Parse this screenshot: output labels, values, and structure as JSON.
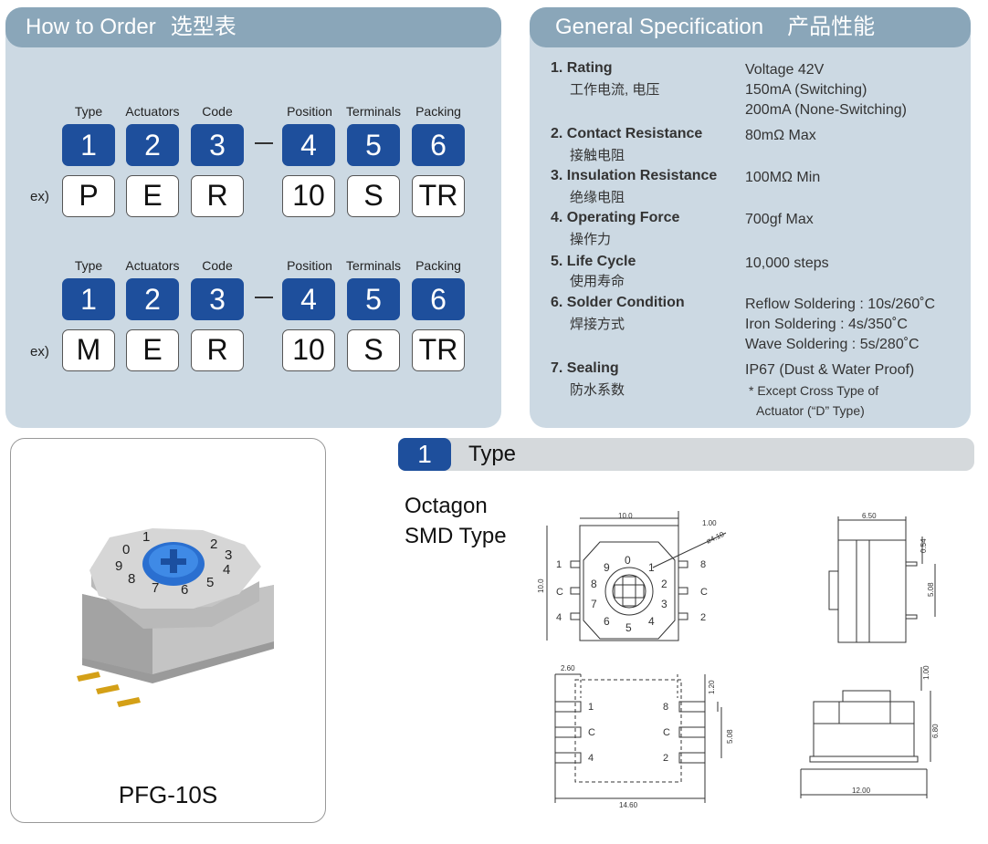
{
  "order": {
    "title_en": "How to Order",
    "title_cn": "选型表",
    "headers": [
      "Type",
      "Actuators",
      "Code",
      "Position",
      "Terminals",
      "Packing"
    ],
    "codes": [
      "1",
      "2",
      "3",
      "4",
      "5",
      "6"
    ],
    "ex_label": "ex)",
    "example1": [
      "P",
      "E",
      "R",
      "10",
      "S",
      "TR"
    ],
    "example2": [
      "M",
      "E",
      "R",
      "10",
      "S",
      "TR"
    ]
  },
  "spec": {
    "title_en": "General Specification",
    "title_cn": "产品性能",
    "items": [
      {
        "en": "1. Rating",
        "cn": "工作电流, 电压",
        "values": [
          "Voltage 42V",
          "150mA (Switching)",
          "200mA (None-Switching)"
        ]
      },
      {
        "en": "2. Contact Resistance",
        "cn": "接触电阻",
        "values": [
          "80mΩ  Max"
        ]
      },
      {
        "en": "3. Insulation Resistance",
        "cn": "绝缘电阻",
        "values": [
          "100MΩ  Min"
        ]
      },
      {
        "en": "4. Operating Force",
        "cn": "操作力",
        "values": [
          "700gf  Max"
        ]
      },
      {
        "en": "5. Life Cycle",
        "cn": "使用寿命",
        "values": [
          "10,000 steps"
        ]
      },
      {
        "en": "6. Solder Condition",
        "cn": "焊接方式",
        "values": [
          "Reflow Soldering : 10s/260˚C",
          "Iron Soldering : 4s/350˚C",
          "Wave Soldering : 5s/280˚C"
        ]
      },
      {
        "en": "7. Sealing",
        "cn": "防水系数",
        "values": [
          "IP67 (Dust & Water Proof)"
        ],
        "notes": [
          "* Except Cross Type of",
          "Actuator (“D” Type)"
        ]
      }
    ]
  },
  "product": {
    "name": "PFG-10S",
    "dial_digits": [
      "2",
      "3",
      "4",
      "5",
      "6",
      "7",
      "8",
      "9",
      "0",
      "1"
    ]
  },
  "type_section": {
    "number": "1",
    "label": "Type",
    "desc_line1": "Octagon",
    "desc_line2": "SMD Type"
  },
  "drawings": {
    "top": {
      "width": "10.0",
      "height": "10.0",
      "offset": "1.00",
      "dia": "ø4.10",
      "dial": [
        "0",
        "1",
        "2",
        "3",
        "4",
        "5",
        "6",
        "7",
        "8",
        "9"
      ],
      "pins_left": [
        "1",
        "C",
        "4"
      ],
      "pins_right": [
        "8",
        "C",
        "2"
      ]
    },
    "side": {
      "width": "6.50",
      "d1": "0.54",
      "d2": "5.08"
    },
    "footprint": {
      "pad": "2.60",
      "h": "1.20",
      "pitch": "5.08",
      "total": "14.60",
      "pins_left": [
        "1",
        "C",
        "4"
      ],
      "pins_right": [
        "8",
        "C",
        "2"
      ]
    },
    "front": {
      "top": "1.00",
      "height": "6.80",
      "width": "12.00"
    }
  }
}
